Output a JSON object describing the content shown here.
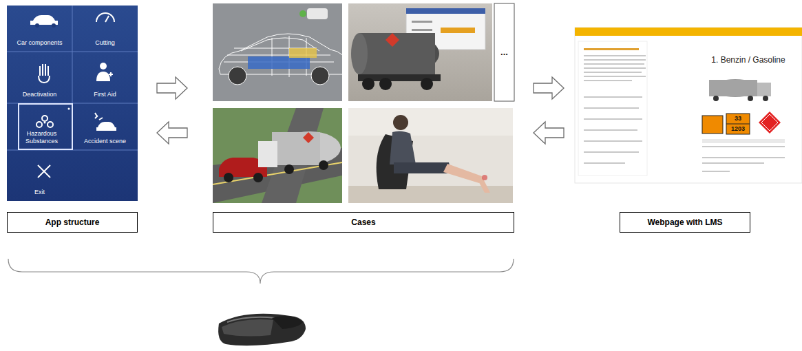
{
  "diagram": {
    "nodes": [
      {
        "text": [
          "Car components"
        ]
      },
      {
        "text": [
          "Cutting"
        ]
      },
      {
        "text": [
          "Deactivation"
        ]
      },
      {
        "text": [
          "First Aid"
        ]
      },
      {
        "text": [
          "Hazardous Substances"
        ]
      },
      {
        "text": [
          "Accident scene"
        ]
      },
      {
        "text": [
          "Exit"
        ]
      },
      {
        "text": [
          "App structure"
        ]
      },
      {
        "text": [
          "Cases"
        ]
      },
      {
        "text": [
          "Webpage with LMS"
        ]
      }
    ],
    "labels": [
      "...",
      "1. Benzin / Gasoline",
      "33",
      "1203"
    ]
  }
}
